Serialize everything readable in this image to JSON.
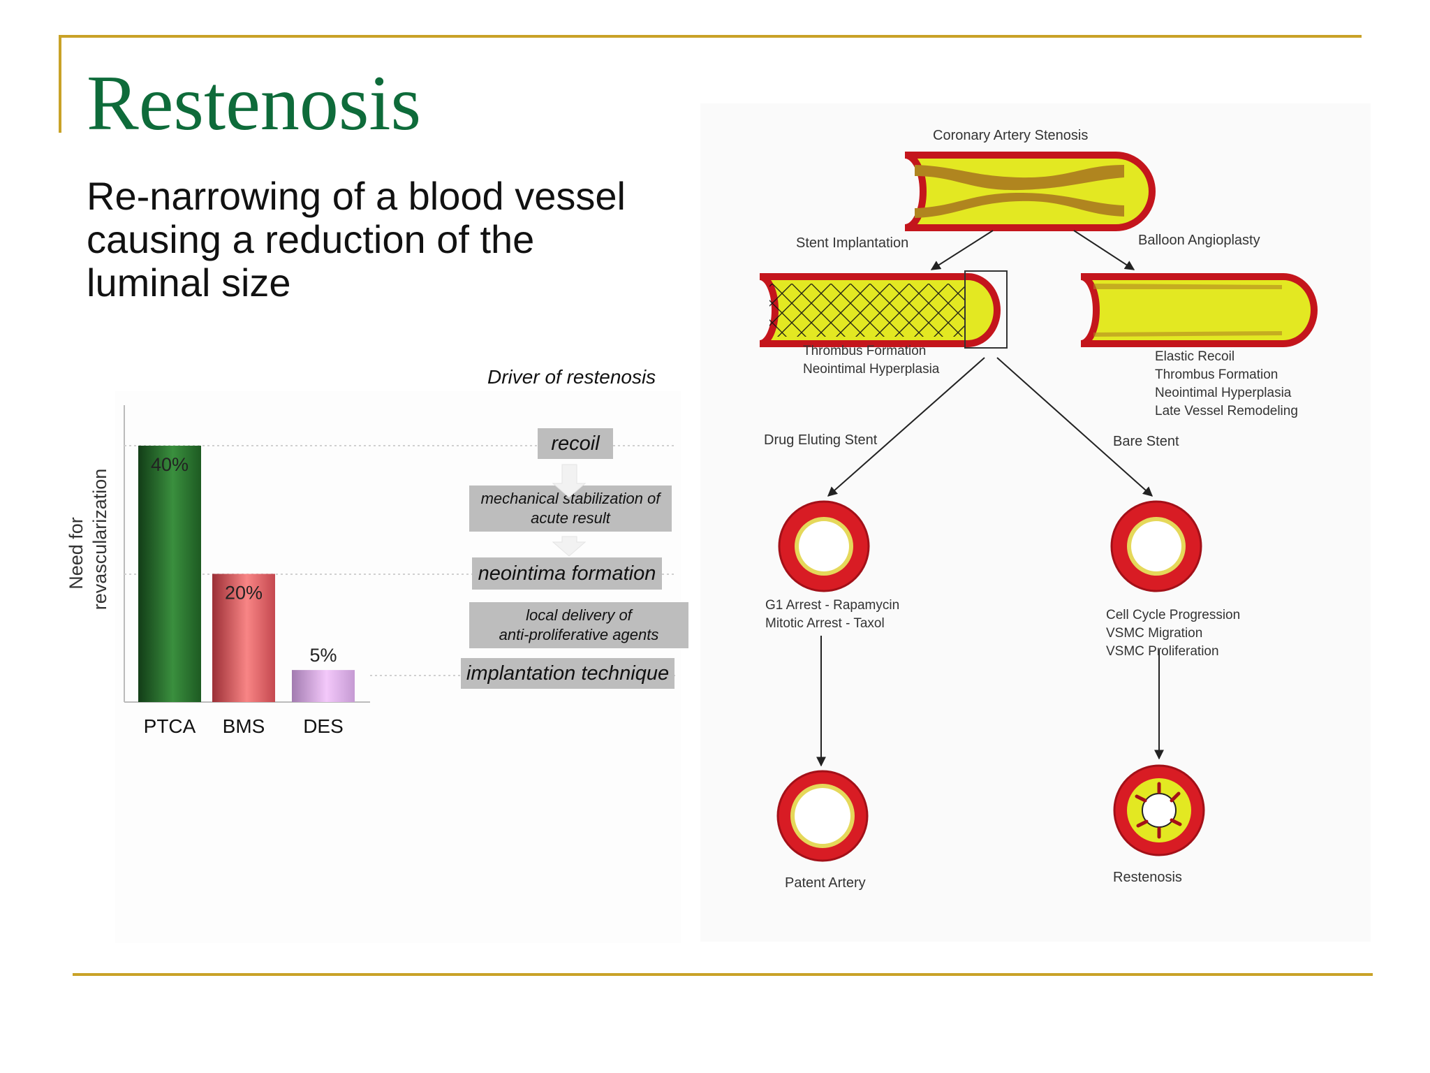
{
  "slide": {
    "title": "Restenosis",
    "subtitle_lines": [
      "Re-narrowing of a blood vessel",
      "causing a reduction of the",
      "luminal size"
    ],
    "colors": {
      "title": "#0e6b3a",
      "rule": "#c9a227"
    }
  },
  "chart_data": {
    "type": "bar",
    "categories": [
      "PTCA",
      "BMS",
      "DES"
    ],
    "values": [
      40,
      20,
      5
    ],
    "value_labels": [
      "40%",
      "20%",
      "5%"
    ],
    "ylabel_lines": [
      "Need for",
      "revascularization"
    ],
    "ylim": [
      0,
      40
    ],
    "colors": [
      "#2e7d32",
      "#f07a7a",
      "#e8bff2"
    ]
  },
  "drivers": {
    "title": "Driver of restenosis",
    "items": [
      {
        "label": "recoil",
        "lines": [
          "recoil"
        ]
      },
      {
        "label": "mechanical stabilization",
        "lines": [
          "mechanical stabilization of",
          "acute result"
        ]
      },
      {
        "label": "neointima formation",
        "lines": [
          "neointima formation"
        ]
      },
      {
        "label": "local delivery",
        "lines": [
          "local delivery of",
          "anti-proliferative agents"
        ]
      },
      {
        "label": "implantation technique",
        "lines": [
          "implantation technique"
        ]
      }
    ]
  },
  "diagram": {
    "top": "Coronary Artery Stenosis",
    "stent_implantation": "Stent Implantation",
    "balloon_angioplasty": "Balloon Angioplasty",
    "stent_notes": [
      "Thrombus Formation",
      "Neointimal Hyperplasia"
    ],
    "balloon_notes": [
      "Elastic Recoil",
      "Thrombus Formation",
      "Neointimal Hyperplasia",
      "Late Vessel Remodeling"
    ],
    "drug_eluting_stent": "Drug Eluting Stent",
    "bare_stent": "Bare Stent",
    "des_notes": [
      "G1 Arrest - Rapamycin",
      "Mitotic Arrest - Taxol"
    ],
    "bare_notes": [
      "Cell Cycle Progression",
      "VSMC Migration",
      "VSMC Proliferation"
    ],
    "patent_artery": "Patent Artery",
    "restenosis": "Restenosis"
  }
}
